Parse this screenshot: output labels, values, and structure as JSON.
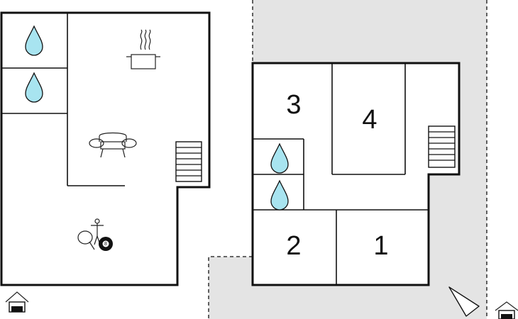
{
  "colors": {
    "background": "#ffffff",
    "outdoor_area": "#e4e4e4",
    "wall": "#111111",
    "water": "#a8e4f0"
  },
  "rooms": [
    {
      "id": "room-1",
      "label": "1"
    },
    {
      "id": "room-2",
      "label": "2"
    },
    {
      "id": "room-3",
      "label": "3"
    },
    {
      "id": "room-4",
      "label": "4"
    }
  ],
  "icons": {
    "bathroom": "water-drop-icon",
    "kitchen": "cooking-pot-icon",
    "living": "sofa-icon",
    "stairs": "stairs-icon",
    "games": "table-football-icon",
    "table_tennis": "table-tennis-icon",
    "billiards": "billiard-ball-icon",
    "entrance": "entrance-house-icon",
    "compass": "north-arrow-icon"
  },
  "billiard_ball": {
    "number": "8"
  }
}
